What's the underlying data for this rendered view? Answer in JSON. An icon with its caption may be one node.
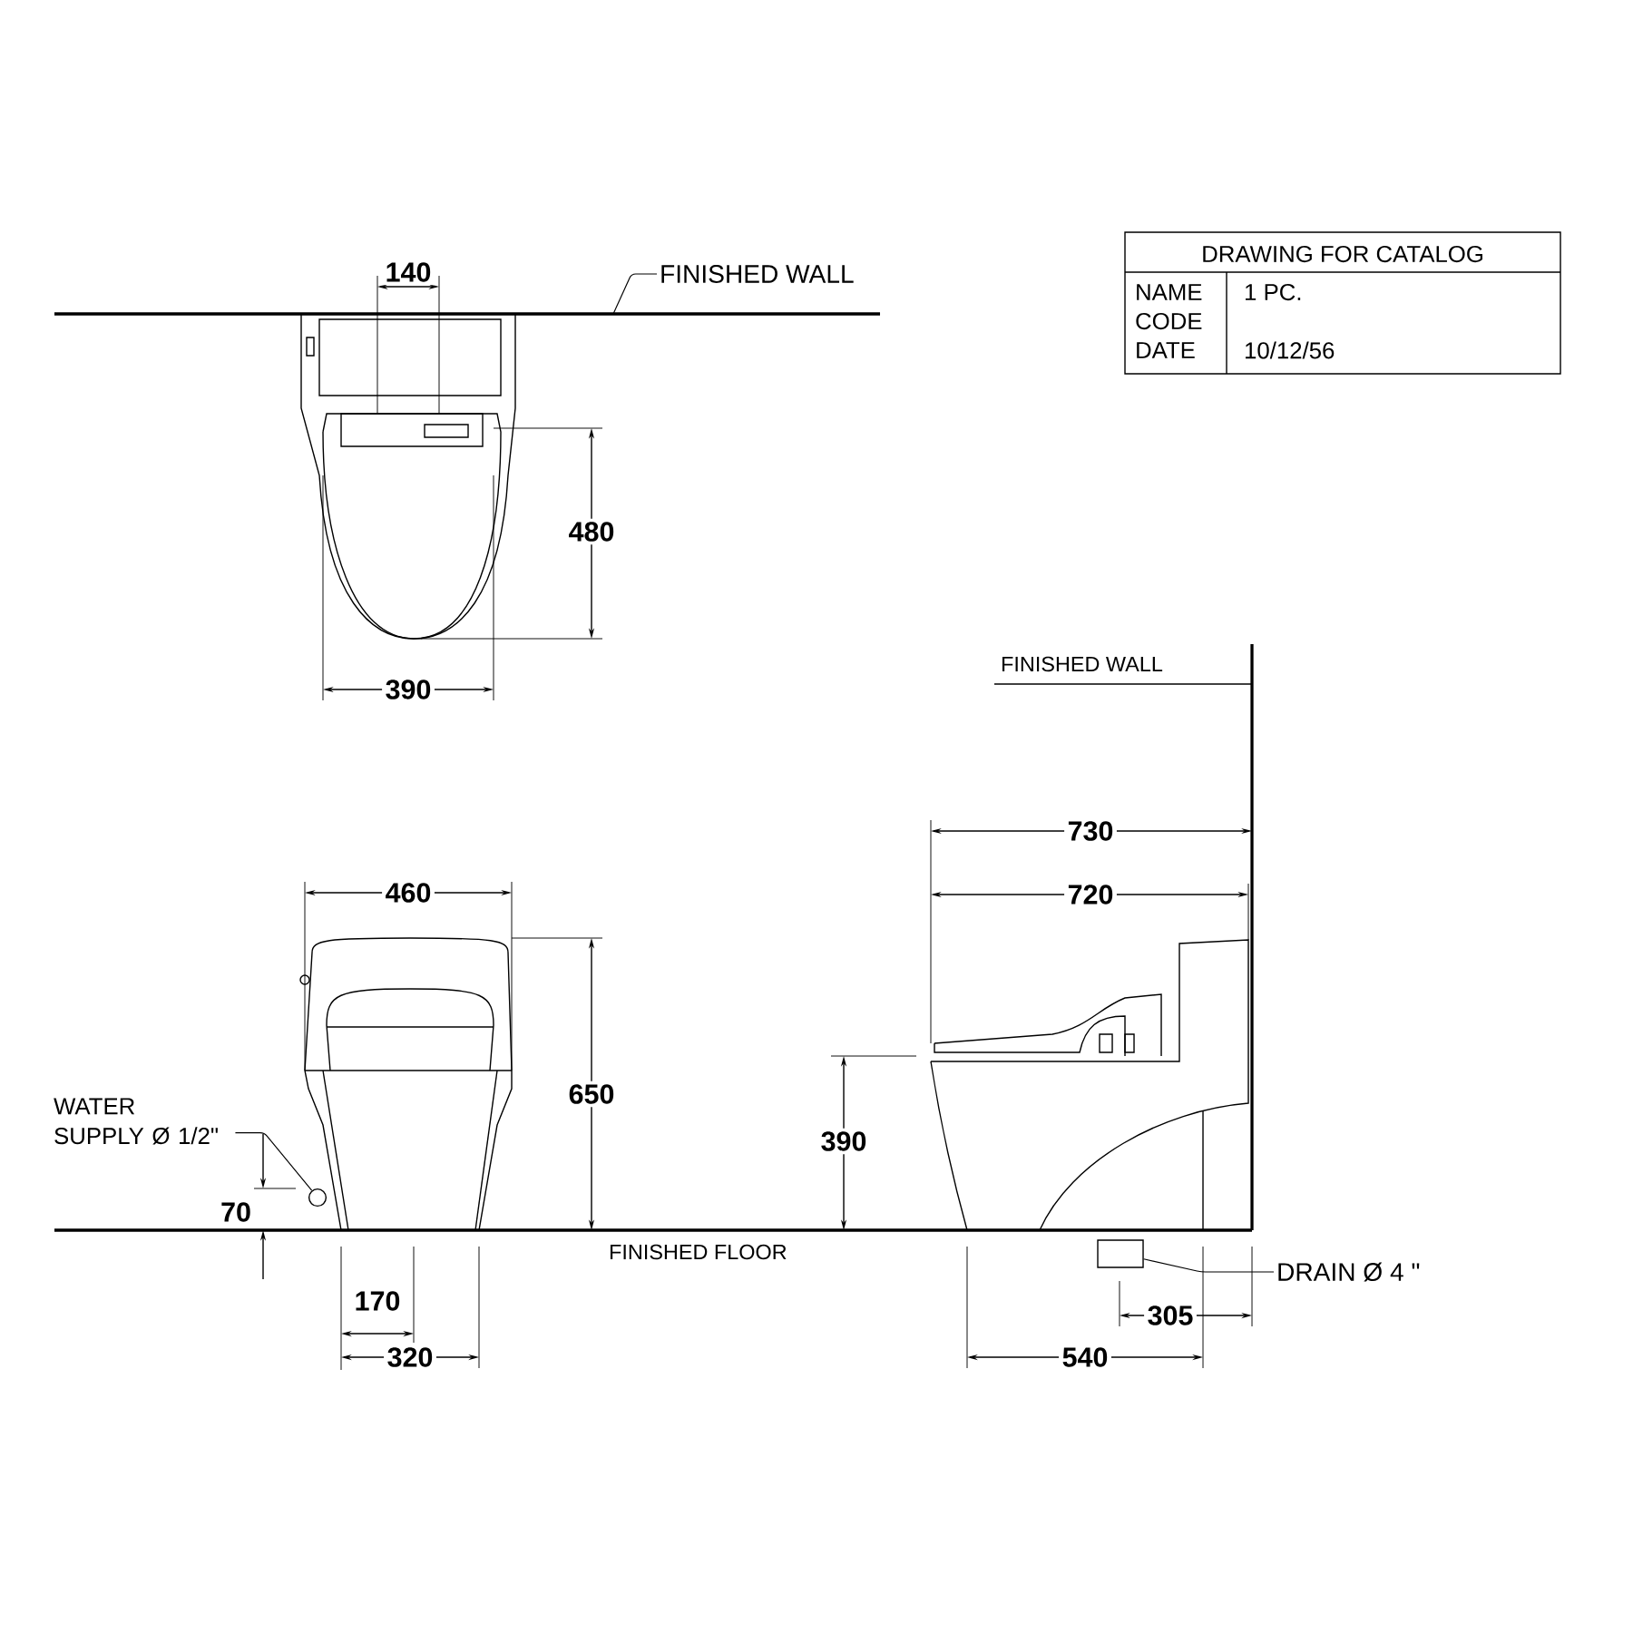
{
  "diagram": {
    "nodes": [
      {
        "text": [
          "FINISHED WALL"
        ]
      },
      {
        "text": [
          "WATER SUPPLY Ø 1/2\""
        ]
      },
      {
        "text": [],
        "shape": "circle"
      },
      {
        "text": [
          "DRAIN Ø 4 \""
        ]
      },
      {
        "text": [],
        "shape": "box"
      }
    ],
    "edges": [
      {
        "from": 0,
        "to": null,
        "arrow": "none"
      },
      {
        "from": 1,
        "to": 2,
        "arrow": "none"
      },
      {
        "from": 3,
        "to": 4,
        "arrow": "none"
      }
    ],
    "labels": [
      "DRAWING FOR CATALOG",
      "NAME",
      "1 PC.",
      "CODE",
      "DATE",
      "10/12/56",
      "140",
      "480",
      "390",
      "FINISHED WALL",
      "730",
      "460",
      "720",
      "650",
      "390",
      "70",
      "FINISHED FLOOR",
      "170",
      "305",
      "320",
      "540"
    ]
  }
}
